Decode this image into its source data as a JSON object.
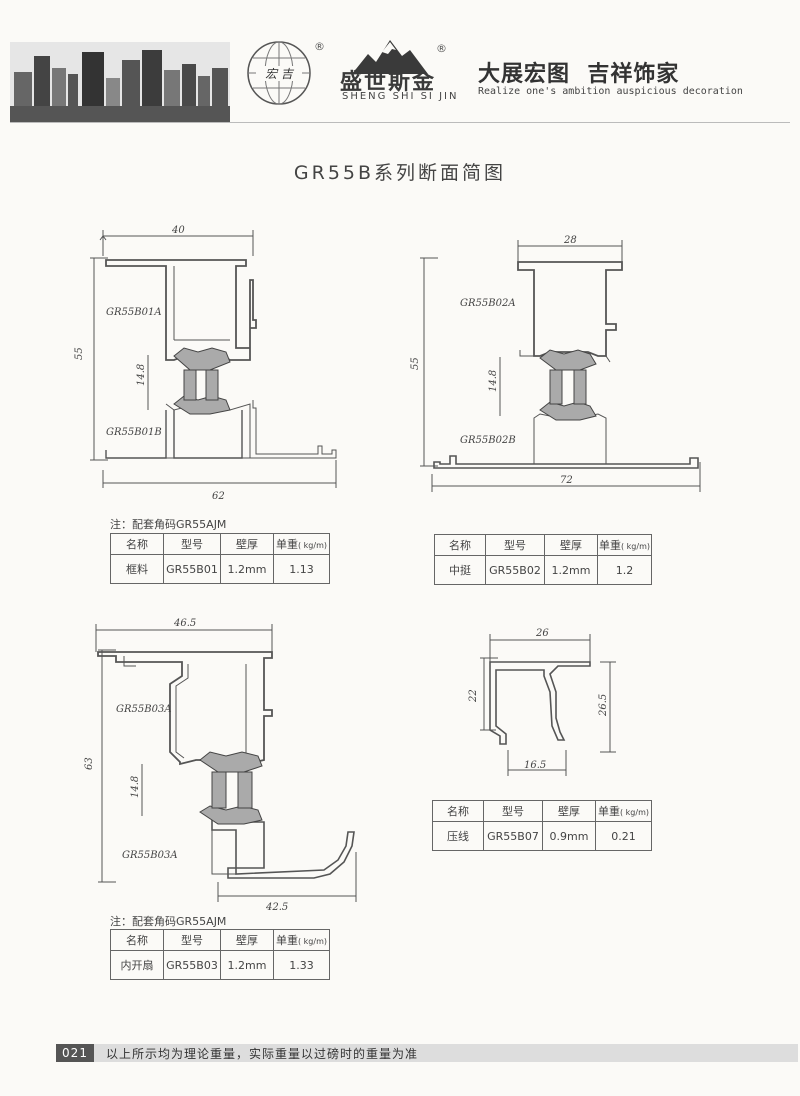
{
  "header": {
    "logo_circle_text": "宏 吉",
    "reg_mark": "®",
    "brand_cn": "盛世斯金",
    "brand_en": "SHENG SHI SI JIN",
    "slogan_cn": "大展宏图  吉祥饰家",
    "slogan_en": "Realize one's ambition auspicious decoration"
  },
  "title": "GR55B系列断面简图",
  "profiles": {
    "b01": {
      "width": "40",
      "total_width": "62",
      "height": "55",
      "gap": "14.8",
      "label_top": "GR55B01A",
      "label_bottom": "GR55B01B"
    },
    "b02": {
      "width": "28",
      "total_width": "72",
      "height": "55",
      "gap": "14.8",
      "label_top": "GR55B02A",
      "label_bottom": "GR55B02B"
    },
    "b03": {
      "width": "46.5",
      "bottom_width": "42.5",
      "height": "63",
      "gap": "14.8",
      "label_top": "GR55B03A",
      "label_bottom": "GR55B03A"
    },
    "b07": {
      "width": "26",
      "height_left": "22",
      "height_right": "26.5",
      "bottom_width": "16.5"
    }
  },
  "note": "注：配套角码GR55AJM",
  "table_headers": {
    "name": "名称",
    "model": "型号",
    "thickness": "壁厚",
    "weight": "单重",
    "unit": "( kg/m)"
  },
  "tables": {
    "t1": {
      "name": "框料",
      "model": "GR55B01",
      "thickness": "1.2mm",
      "weight": "1.13"
    },
    "t2": {
      "name": "中挺",
      "model": "GR55B02",
      "thickness": "1.2mm",
      "weight": "1.2"
    },
    "t3": {
      "name": "压线",
      "model": "GR55B07",
      "thickness": "0.9mm",
      "weight": "0.21"
    },
    "t4": {
      "name": "内开扇",
      "model": "GR55B03",
      "thickness": "1.2mm",
      "weight": "1.33"
    }
  },
  "footer": {
    "page": "021",
    "note": "以上所示均为理论重量，实际重量以过磅时的重量为准"
  }
}
